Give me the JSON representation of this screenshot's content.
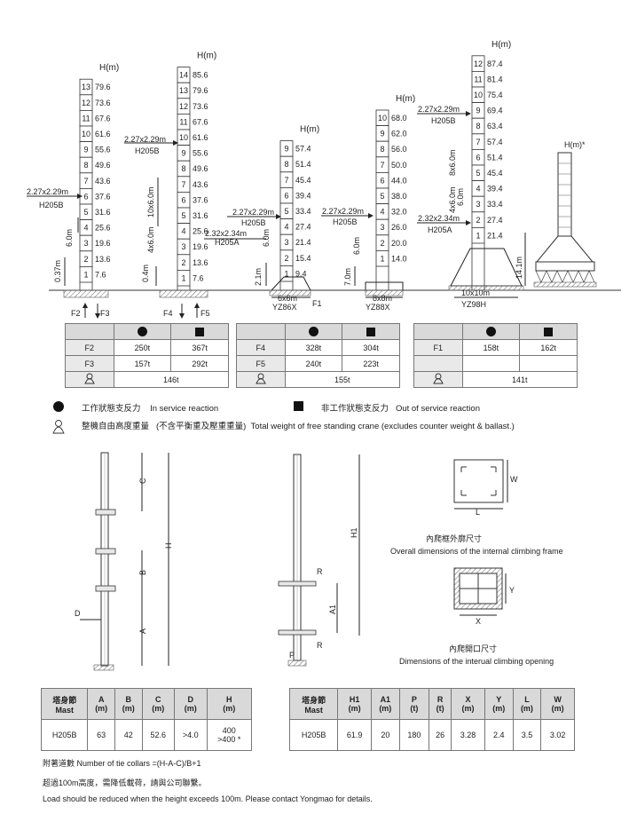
{
  "cranes": [
    {
      "axis": "H(m)",
      "rows": [
        [
          "13",
          "79.6"
        ],
        [
          "12",
          "73.6"
        ],
        [
          "11",
          "67.6"
        ],
        [
          "10",
          "61.6"
        ],
        [
          "9",
          "55.6"
        ],
        [
          "8",
          "49.6"
        ],
        [
          "7",
          "43.6"
        ],
        [
          "6",
          "37.6"
        ],
        [
          "5",
          "31.6"
        ],
        [
          "4",
          "25.6"
        ],
        [
          "3",
          "19.6"
        ],
        [
          "2",
          "13.6"
        ],
        [
          "1",
          "7.6"
        ]
      ]
    },
    {
      "axis": "H(m)",
      "rows": [
        [
          "14",
          "85.6"
        ],
        [
          "13",
          "79.6"
        ],
        [
          "12",
          "73.6"
        ],
        [
          "11",
          "67.6"
        ],
        [
          "10",
          "61.6"
        ],
        [
          "9",
          "55.6"
        ],
        [
          "8",
          "49.6"
        ],
        [
          "7",
          "43.6"
        ],
        [
          "6",
          "37.6"
        ],
        [
          "5",
          "31.6"
        ],
        [
          "4",
          "25.6"
        ],
        [
          "3",
          "19.6"
        ],
        [
          "2",
          "13.6"
        ],
        [
          "1",
          "7.6"
        ]
      ]
    },
    {
      "axis": "H(m)",
      "rows": [
        [
          "9",
          "57.4"
        ],
        [
          "8",
          "51.4"
        ],
        [
          "7",
          "45.4"
        ],
        [
          "6",
          "39.4"
        ],
        [
          "5",
          "33.4"
        ],
        [
          "4",
          "27.4"
        ],
        [
          "3",
          "21.4"
        ],
        [
          "2",
          "15.4"
        ],
        [
          "1",
          "9.4"
        ]
      ]
    },
    {
      "axis": "H(m)",
      "rows": [
        [
          "10",
          "68.0"
        ],
        [
          "9",
          "62.0"
        ],
        [
          "8",
          "56.0"
        ],
        [
          "7",
          "50.0"
        ],
        [
          "6",
          "44.0"
        ],
        [
          "5",
          "38.0"
        ],
        [
          "4",
          "32.0"
        ],
        [
          "3",
          "26.0"
        ],
        [
          "2",
          "20.0"
        ],
        [
          "1",
          "14.0"
        ]
      ]
    },
    {
      "axis": "H(m)",
      "rows": [
        [
          "12",
          "87.4"
        ],
        [
          "11",
          "81.4"
        ],
        [
          "10",
          "75.4"
        ],
        [
          "9",
          "69.4"
        ],
        [
          "8",
          "63.4"
        ],
        [
          "7",
          "57.4"
        ],
        [
          "6",
          "51.4"
        ],
        [
          "5",
          "45.4"
        ],
        [
          "4",
          "39.4"
        ],
        [
          "3",
          "33.4"
        ],
        [
          "2",
          "27.4"
        ],
        [
          "1",
          "21.4"
        ]
      ]
    }
  ],
  "labels": {
    "c1_tie_a": "2.27x2.29m",
    "c1_tie_b": "H205B",
    "c1_h1": "6.0m",
    "c1_h2": "0.37m",
    "c1_f2": "F2",
    "c1_f3": "F3",
    "c2_tie_a": "2.27x2.29m",
    "c2_tie_b": "H205B",
    "c2_h1": "10x6.0m",
    "c2_h2": "4x6.0m",
    "c2_h3": "0.4m",
    "c2_base_a": "2.32x2.34m",
    "c2_base_b": "H205A",
    "c2_f4": "F4",
    "c2_f5": "F5",
    "c3_tie_a": "2.27x2.29m",
    "c3_tie_b": "H205B",
    "c3_base_a": "2.32x2.34m",
    "c3_base_b": "H205A",
    "c3_h1": "6.0m",
    "c3_h2": "2.1m",
    "c3_base": "6x6m",
    "c3_model": "YZ86X",
    "c3_f1": "F1",
    "c4_tie_a": "2.27x2.29m",
    "c4_tie_b": "H205B",
    "c4_h1": "6.0m",
    "c4_h2": "7.0m",
    "c4_base": "8x8m",
    "c4_model": "YZ88X",
    "c5_tie_a": "2.27x2.29m",
    "c5_tie_b": "H205B",
    "c5_h1": "8x6.0m",
    "c5_h2": "4x6.0m",
    "c5_h3": "6.0m",
    "c5_base_a": "2.32x2.34m",
    "c5_base_b": "H205A",
    "c5_h4": "14.1m",
    "c5_base": "10x10m",
    "c5_model": "YZ98H",
    "c6_axis": "H(m)*"
  },
  "reaction_tables": [
    {
      "rows": [
        {
          "label": "F2",
          "a": "250t",
          "b": "367t"
        },
        {
          "label": "F3",
          "a": "157t",
          "b": "292t"
        }
      ],
      "total": "146t"
    },
    {
      "rows": [
        {
          "label": "F4",
          "a": "328t",
          "b": "304t"
        },
        {
          "label": "F5",
          "a": "240t",
          "b": "223t"
        }
      ],
      "total": "155t"
    },
    {
      "rows": [
        {
          "label": "F1",
          "a": "158t",
          "b": "162t"
        },
        {
          "label": "",
          "a": "",
          "b": ""
        }
      ],
      "total": "141t"
    }
  ],
  "legend": {
    "in_service_zh": "工作狀態支反力",
    "in_service_en": "In service reaction",
    "out_service_zh": "非工作狀態支反力",
    "out_service_en": "Out of service reaction",
    "weight_zh": "整機自由高度重量",
    "weight_note_zh": "(不含平衡重及壓重重量)",
    "weight_en": "Total weight of free standing crane (excludes counter weight & ballast.)"
  },
  "mast_dims": {
    "c": "C",
    "b": "B",
    "a": "A",
    "h": "H",
    "d": "D"
  },
  "climb_dims": {
    "h1": "H1",
    "a1": "A1",
    "r": "R",
    "p": "P"
  },
  "frame": {
    "w": "W",
    "l": "L",
    "y": "Y",
    "x": "X",
    "outer_zh": "內爬框外廓尺寸",
    "outer_en": "Overall dimensions of the internal climbing frame",
    "open_zh": "內爬開口尺寸",
    "open_en": "Dimensions of the interual climbing opening"
  },
  "spec_table_1": {
    "headers": [
      [
        "塔身節",
        "Mast"
      ],
      [
        "A",
        "(m)"
      ],
      [
        "B",
        "(m)"
      ],
      [
        "C",
        "(m)"
      ],
      [
        "D",
        "(m)"
      ],
      [
        "H",
        "(m)"
      ]
    ],
    "row": [
      "H205B",
      "63",
      "42",
      "52.6",
      ">4.0"
    ],
    "h_cell": [
      "400",
      ">400 *"
    ]
  },
  "spec_table_2": {
    "headers": [
      [
        "塔身節",
        "Mast"
      ],
      [
        "H1",
        "(m)"
      ],
      [
        "A1",
        "(m)"
      ],
      [
        "P",
        "(t)"
      ],
      [
        "R",
        "(t)"
      ],
      [
        "X",
        "(m)"
      ],
      [
        "Y",
        "(m)"
      ],
      [
        "L",
        "(m)"
      ],
      [
        "W",
        "(m)"
      ]
    ],
    "row": [
      "H205B",
      "61.9",
      "20",
      "180",
      "26",
      "3.28",
      "2.4",
      "3.5",
      "3.02"
    ]
  },
  "notes": {
    "tie": "附著道數 Number of tie collars =(H-A-C)/B+1",
    "zh": "超過100m高度，需降低載荷，請與公司聯繫。",
    "en": "Load should be reduced when the height exceeds 100m. Please contact Yongmao for details."
  }
}
